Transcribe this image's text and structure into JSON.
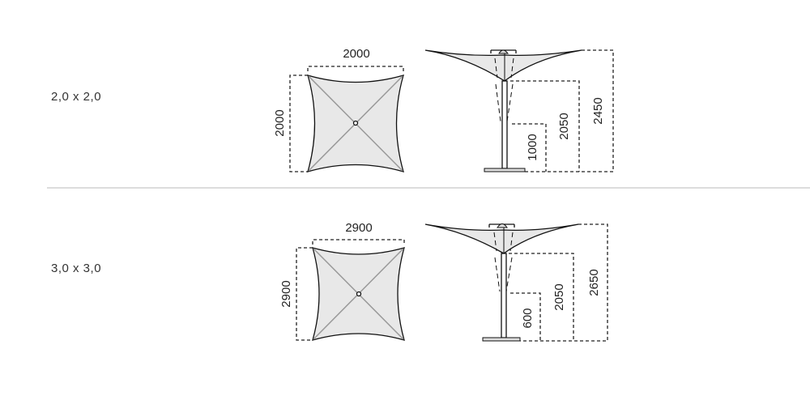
{
  "rows": [
    {
      "size": "2,0 x 2,0",
      "width": "2000",
      "depth": "2000",
      "height_total": "2450",
      "height_clearance": "2050",
      "height_handle": "1000"
    },
    {
      "size": "3,0 x 3,0",
      "width": "2900",
      "depth": "2900",
      "height_total": "2650",
      "height_clearance": "2050",
      "height_handle": "600"
    }
  ],
  "colors": {
    "canvas": "#e8e8e8",
    "line": "#222222",
    "divider": "#bbbbbb"
  }
}
